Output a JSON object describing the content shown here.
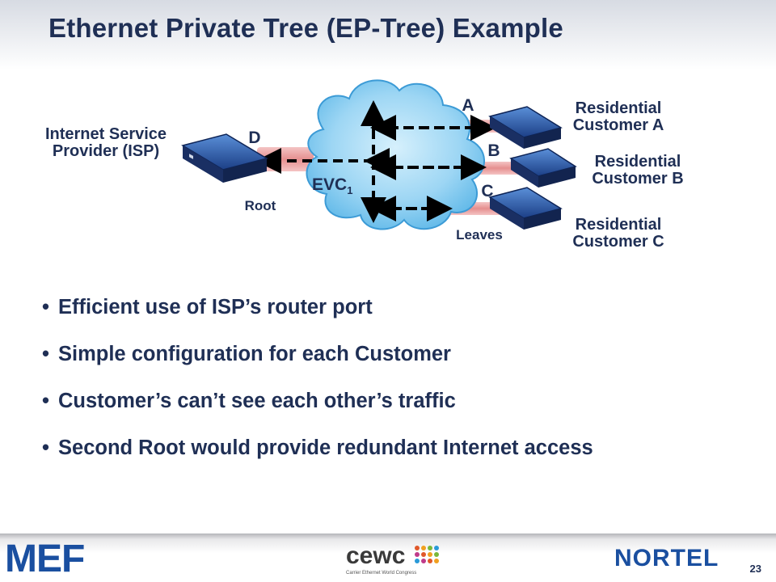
{
  "title": "Ethernet Private Tree (EP-Tree) Example",
  "diagram": {
    "isp_label": "Internet Service\nProvider (ISP)",
    "root_port": "D",
    "root_label": "Root",
    "evc_label": "EVC",
    "evc_subscript": "1",
    "leaves_label": "Leaves",
    "leaf_ports": [
      "A",
      "B",
      "C"
    ],
    "customers": [
      "Residential\nCustomer A",
      "Residential\nCustomer B",
      "Residential\nCustomer C"
    ]
  },
  "bullets": [
    "Efficient use of ISP’s router port",
    "Simple configuration for each Customer",
    "Customer’s can’t see each other’s traffic",
    "Second Root would provide redundant Internet access"
  ],
  "footer": {
    "logo_left": "MEF",
    "logo_center": "cewc",
    "logo_center_tagline": "Carrier Ethernet World Congress",
    "logo_right": "NORTEL",
    "page_number": "23"
  },
  "colors": {
    "title": "#1f2f55",
    "cloud": "#8fd0f2",
    "link": "#e8a0a0",
    "accent": "#1a4fa0"
  }
}
